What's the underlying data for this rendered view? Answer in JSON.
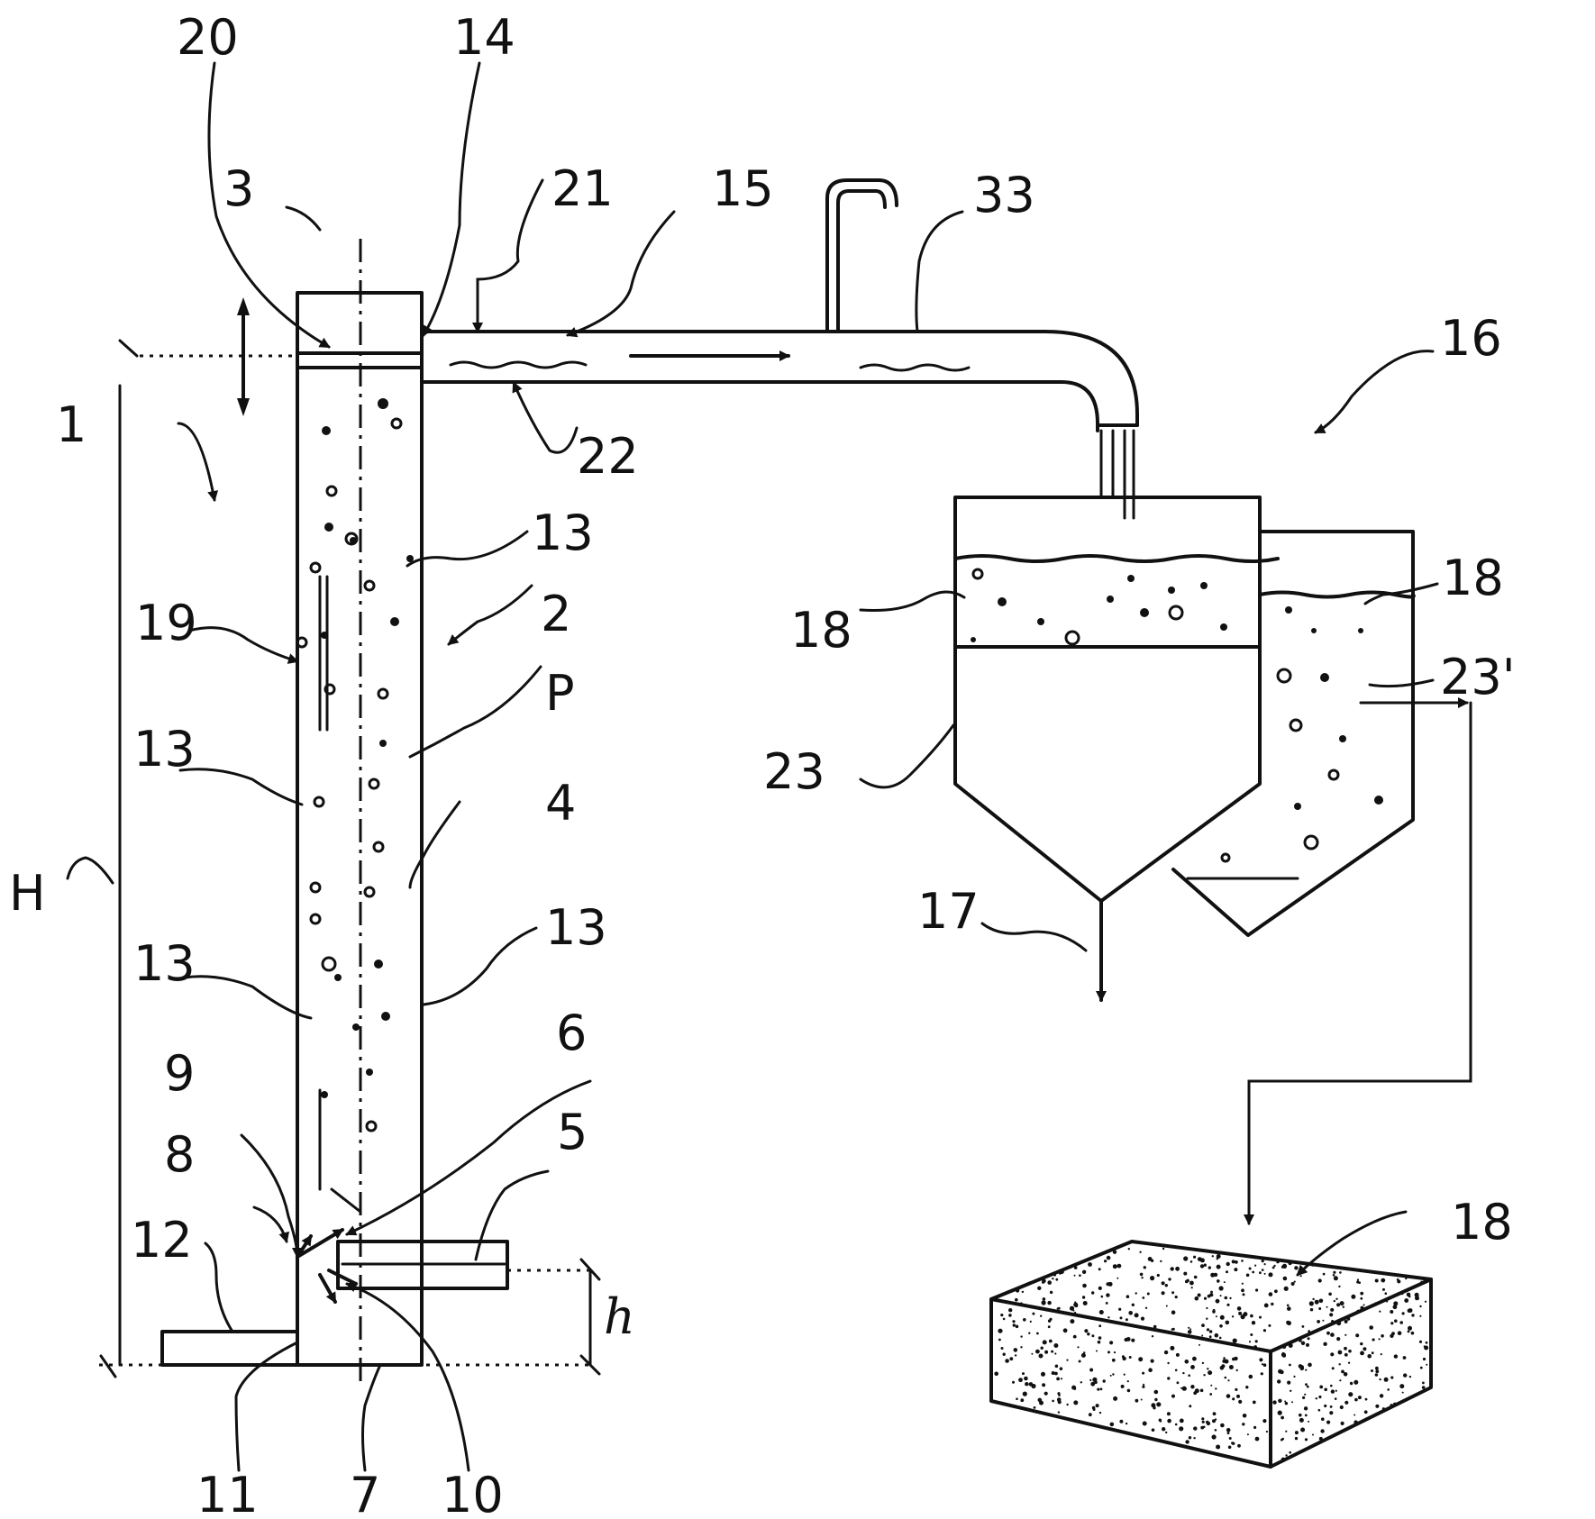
{
  "labels": {
    "l1": "1",
    "l2": "2",
    "l3": "3",
    "l4": "4",
    "l5": "5",
    "l6": "6",
    "l7": "7",
    "l8": "8",
    "l9": "9",
    "l10": "10",
    "l11": "11",
    "l12": "12",
    "l13a": "13",
    "l13b": "13",
    "l13c": "13",
    "l13d": "13",
    "l14": "14",
    "l15": "15",
    "l16": "16",
    "l17": "17",
    "l18a": "18",
    "l18b": "18",
    "l18c": "18",
    "l19": "19",
    "l20": "20",
    "l21": "21",
    "l22": "22",
    "l23": "23",
    "l23p": "23'",
    "l33": "33",
    "lH": "H",
    "lh": "h",
    "lP": "P"
  }
}
